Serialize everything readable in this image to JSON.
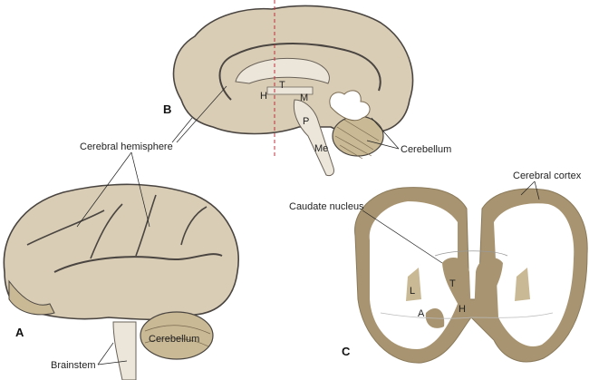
{
  "panels": {
    "a": "A",
    "b": "B",
    "c": "C"
  },
  "labels": {
    "cerebral_hemisphere": "Cerebral hemisphere",
    "cerebellum_b": "Cerebellum",
    "cerebellum_a": "Cerebellum",
    "brainstem": "Brainstem",
    "cerebral_cortex": "Cerebral cortex",
    "caudate_nucleus": "Caudate nucleus"
  },
  "abbreviations_b": {
    "t": "T",
    "h": "H",
    "m": "M",
    "p": "P",
    "me": "Me"
  },
  "abbreviations_c": {
    "t": "T",
    "h": "H",
    "l": "L",
    "a": "A"
  },
  "colors": {
    "brain_fill": "#d9cdb6",
    "outline": "#4a4540",
    "gray_matter": "#a89470",
    "white_matter": "#ffffff",
    "light_fill": "#ece6da",
    "section_line": "#c0303a"
  }
}
